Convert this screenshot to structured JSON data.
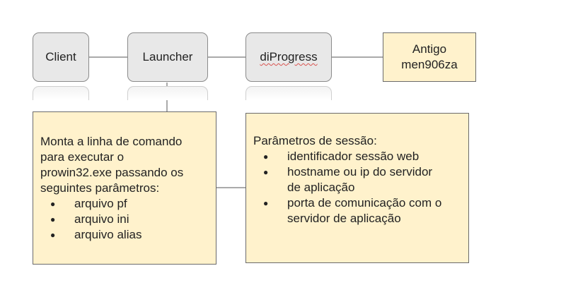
{
  "nodes": {
    "client": "Client",
    "launcher": "Launcher",
    "diprogress": "diProgress"
  },
  "antigo": {
    "line1": "Antigo",
    "line2": "men906za"
  },
  "launcher_note": {
    "lines": [
      "Monta a linha de comando",
      "para executar o",
      "prowin32.exe passando os",
      "seguintes parâmetros:"
    ],
    "bullets": [
      "arquivo pf",
      "arquivo ini",
      "arquivo alias"
    ]
  },
  "session_note": {
    "title": "Parâmetros de sessão:",
    "bullets": [
      [
        "identificador sessão web"
      ],
      [
        "hostname ou ip do servidor",
        "de aplicação"
      ],
      [
        "porta de comunicação com o",
        "servidor de aplicação"
      ]
    ]
  },
  "colors": {
    "node_fill": "#e8e8e8",
    "note_fill": "#fff2cc",
    "line": "#555555"
  }
}
